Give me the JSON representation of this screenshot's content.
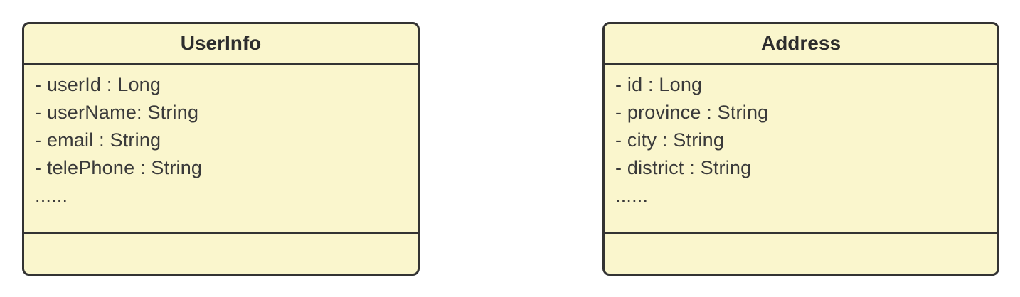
{
  "diagram": {
    "type": "uml-class-diagram",
    "background_color": "#ffffff",
    "box_fill_color": "#faf6cd",
    "box_border_color": "#333333",
    "text_color": "#3a3a3a",
    "title_color": "#2d2d2d"
  },
  "classes": [
    {
      "name": "UserInfo",
      "attributes": [
        "- userId : Long",
        "- userName: String",
        "- email : String",
        "- telePhone : String",
        "......"
      ],
      "methods": []
    },
    {
      "name": "Address",
      "attributes": [
        "- id : Long",
        "- province : String",
        "- city : String",
        "- district : String",
        "......"
      ],
      "methods": []
    }
  ]
}
